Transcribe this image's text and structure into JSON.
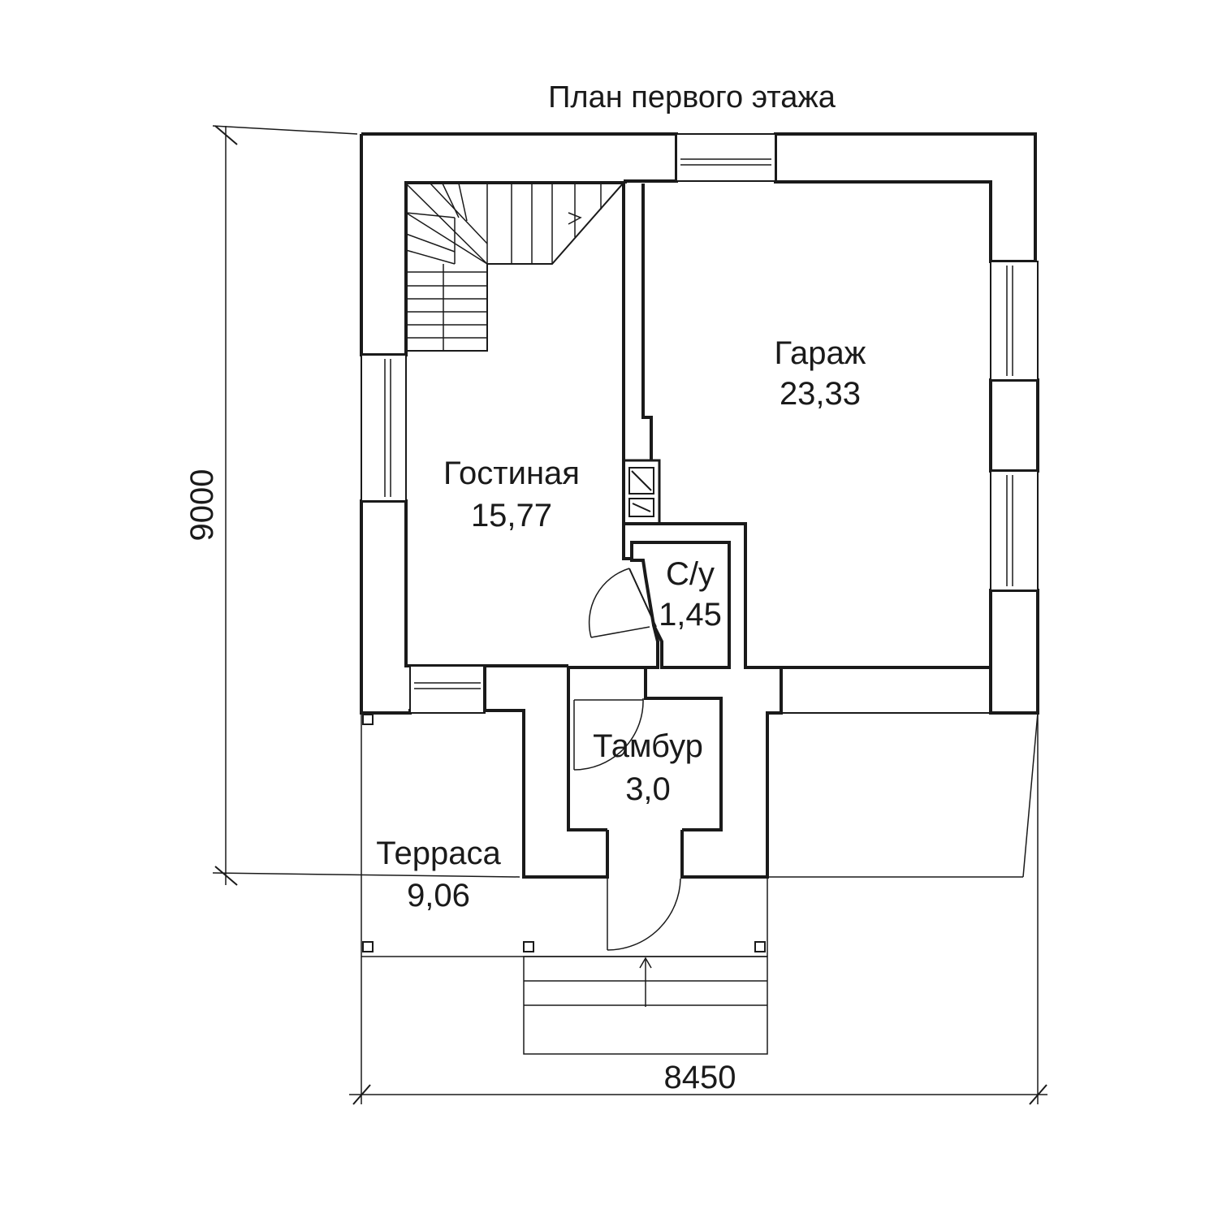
{
  "plan": {
    "title": "План первого этажа",
    "dimensions": {
      "height": "9000",
      "width": "8450"
    },
    "rooms": [
      {
        "id": "living",
        "name": "Гостиная",
        "area": "15,77"
      },
      {
        "id": "garage",
        "name": "Гараж",
        "area": "23,33"
      },
      {
        "id": "wc",
        "name": "С/у",
        "area": "1,45"
      },
      {
        "id": "vestibule",
        "name": "Тамбур",
        "area": "3,0"
      },
      {
        "id": "terrace",
        "name": "Терраса",
        "area": "9,06"
      }
    ],
    "colors": {
      "line": "#1a1a1a",
      "background": "#ffffff"
    }
  }
}
